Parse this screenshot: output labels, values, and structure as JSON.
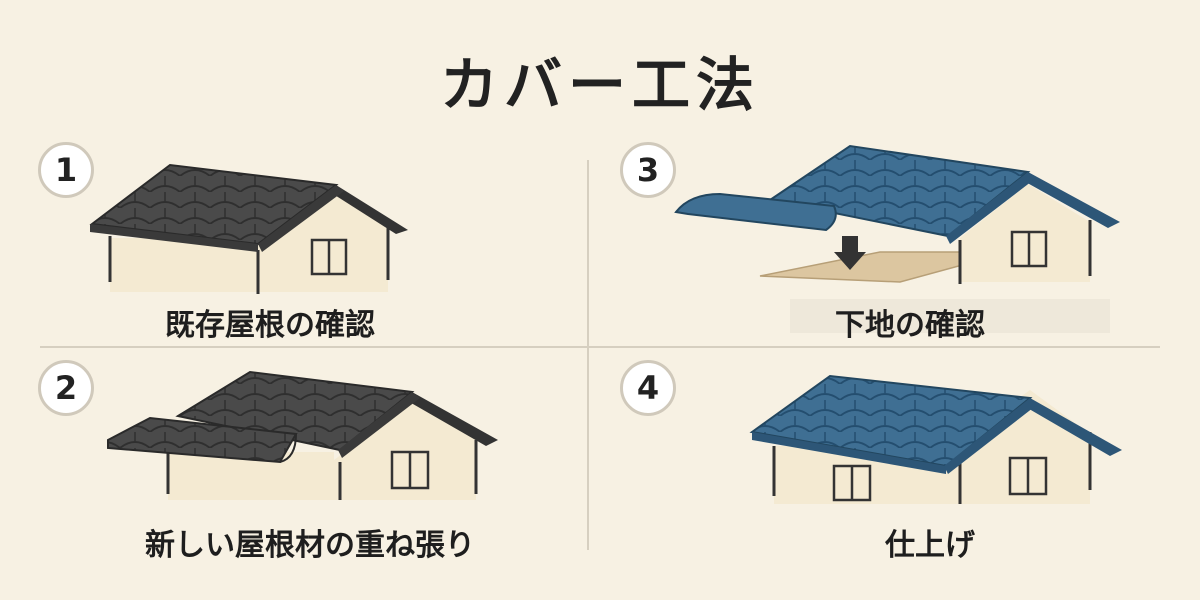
{
  "title": "カバー工法",
  "steps": [
    {
      "number": "1",
      "caption": "既存屋根の確認"
    },
    {
      "number": "2",
      "caption": "新しい屋根材の重ね張り"
    },
    {
      "number": "3",
      "caption": "下地の確認"
    },
    {
      "number": "4",
      "caption": "仕上げ"
    }
  ],
  "colors": {
    "background": "#f7f1e3",
    "old_roof": "#4a4a4a",
    "new_roof": "#3f6f93",
    "wall": "#f4ead2",
    "underlay": "#dcc6a0"
  }
}
